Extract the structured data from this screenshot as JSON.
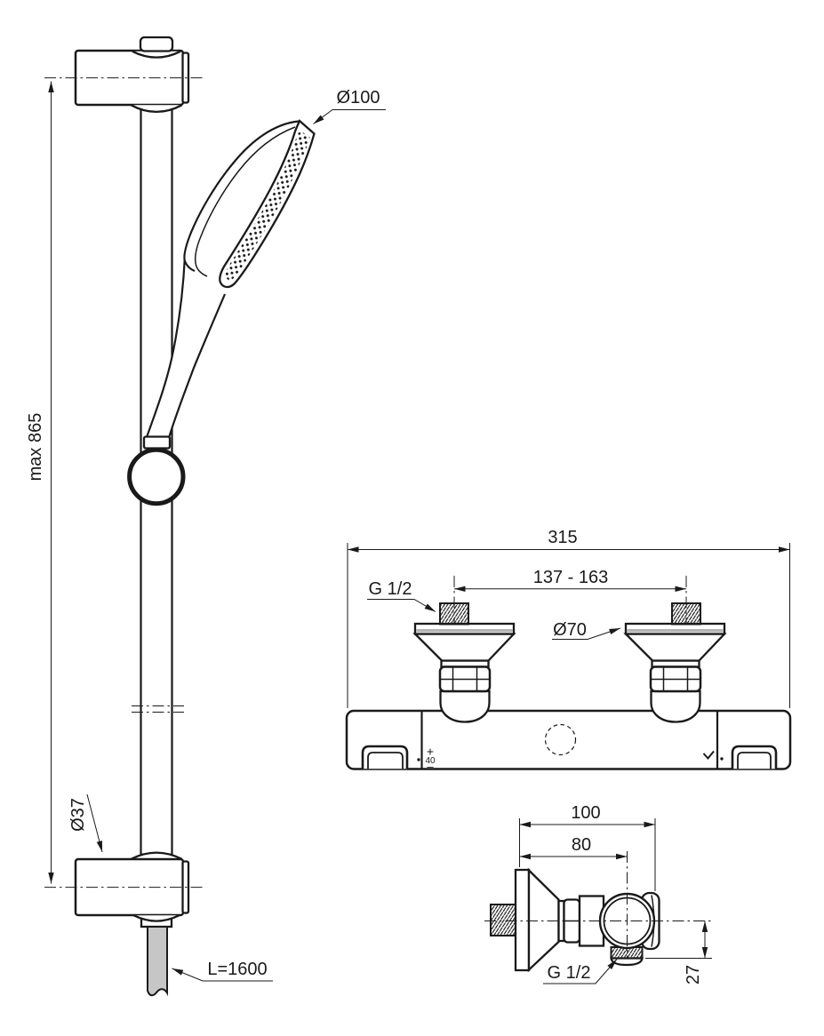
{
  "rail_view": {
    "head_diameter_label": "Ø100",
    "max_height_label": "max 865",
    "bracket_diameter_label": "Ø37",
    "hose_length_label": "L=1600"
  },
  "front_view": {
    "overall_width_label": "315",
    "inlet_spacing_label": "137 - 163",
    "inlet_thread_label": "G 1/2",
    "escutcheon_diameter_label": "Ø70",
    "temp_plus_label": "+",
    "temp_value_label": "40",
    "temp_minus_label": "–"
  },
  "side_view": {
    "total_depth_label": "100",
    "axis_depth_label": "80",
    "outlet_thread_label": "G 1/2",
    "outlet_drop_label": "27"
  },
  "colors": {
    "line": "#1a1a1a",
    "hose_fill": "#c6c6c6",
    "flange_stripe": "#b3b3b3"
  }
}
